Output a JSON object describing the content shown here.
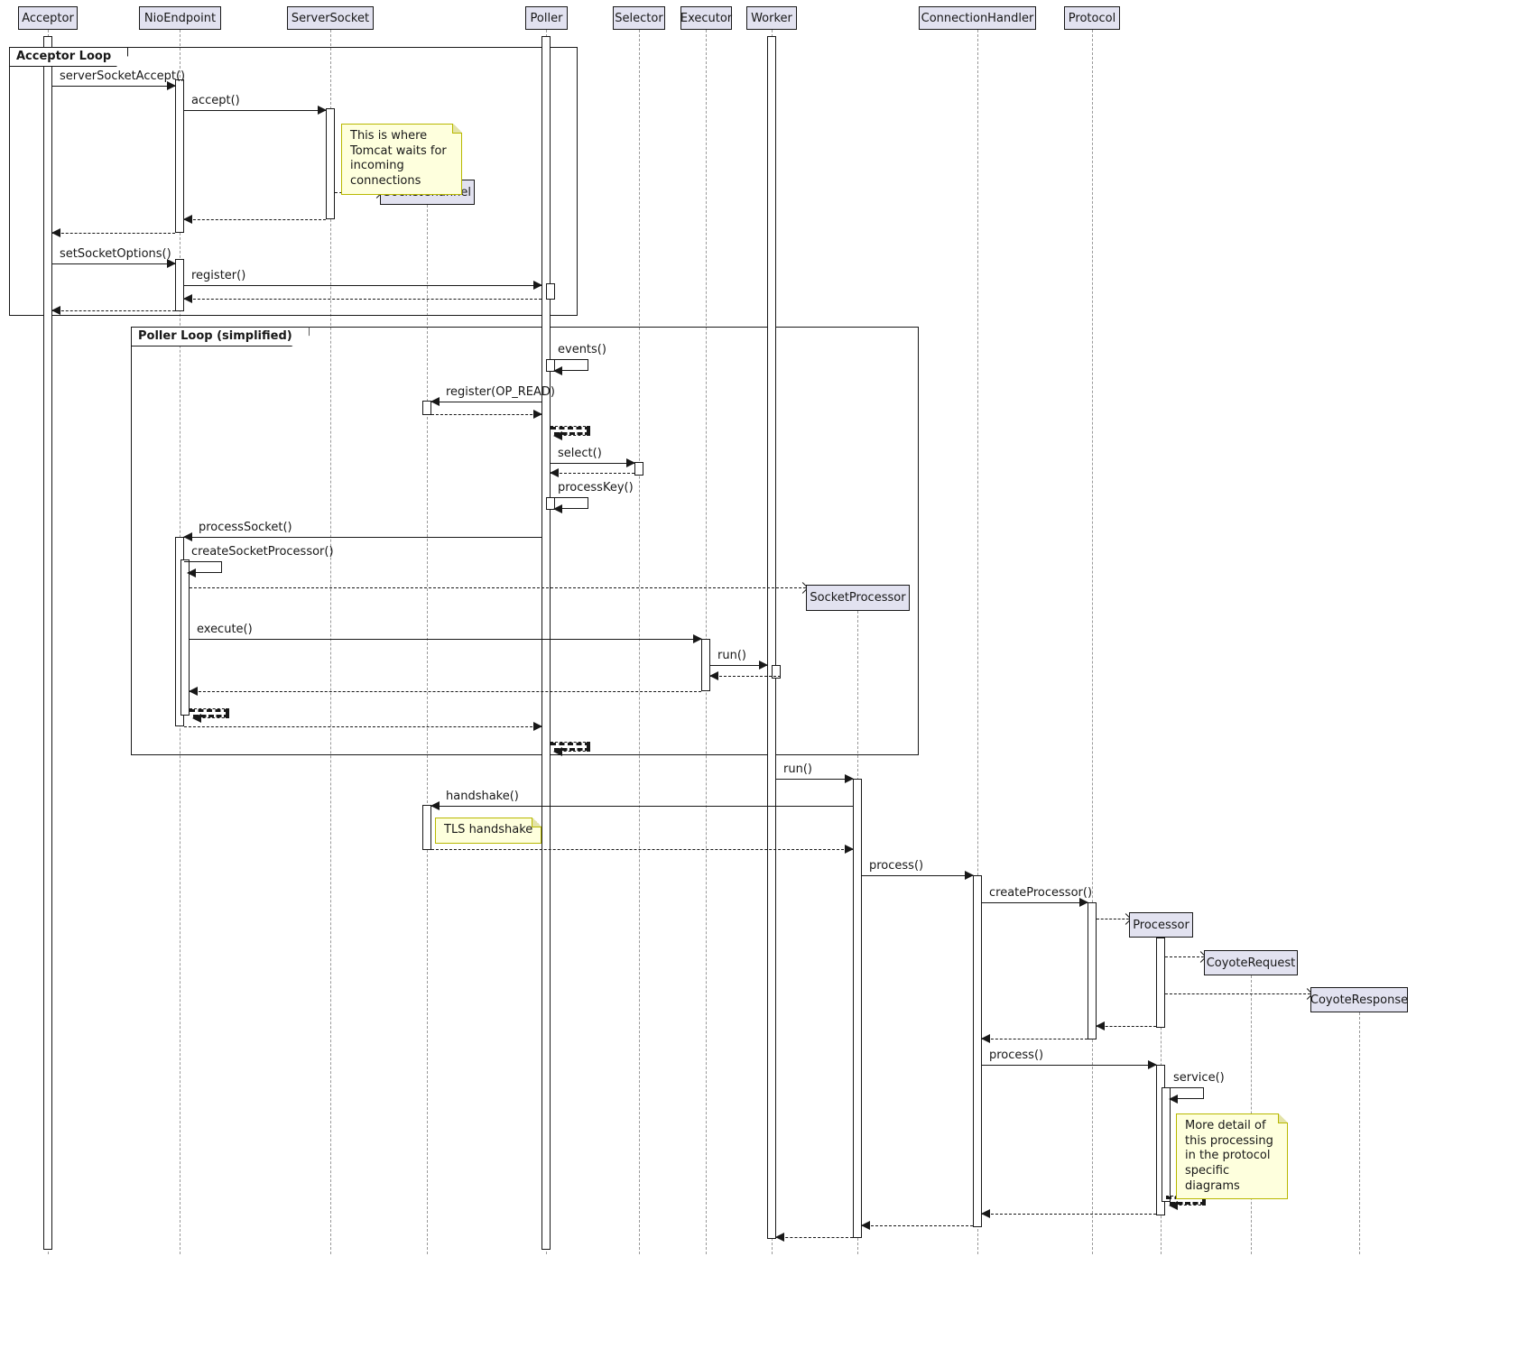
{
  "participants": [
    "Acceptor",
    "NioEndpoint",
    "ServerSocket",
    "Poller",
    "Selector",
    "Executor",
    "Worker",
    "ConnectionHandler",
    "Protocol"
  ],
  "created": [
    "SocketChannel",
    "SocketProcessor",
    "Processor",
    "CoyoteRequest",
    "CoyoteResponse"
  ],
  "frames": [
    "Acceptor Loop",
    "Poller Loop (simplified)"
  ],
  "messages": [
    "serverSocketAccept()",
    "accept()",
    "setSocketOptions()",
    "register()",
    "events()",
    "register(OP_READ)",
    "select()",
    "processKey()",
    "processSocket()",
    "createSocketProcessor()",
    "execute()",
    "run()",
    "run()",
    "handshake()",
    "process()",
    "createProcessor()",
    "process()",
    "service()"
  ],
  "notes": [
    "This is where Tomcat waits for incoming connections",
    "TLS handshake",
    "More detail of this processing in the protocol specific diagrams"
  ],
  "colors": {
    "participant_fill": "#E2E2F0",
    "border": "#181818",
    "lifeline": "#999999",
    "note_fill": "#FEFFDD",
    "note_border": "#B8B800"
  }
}
